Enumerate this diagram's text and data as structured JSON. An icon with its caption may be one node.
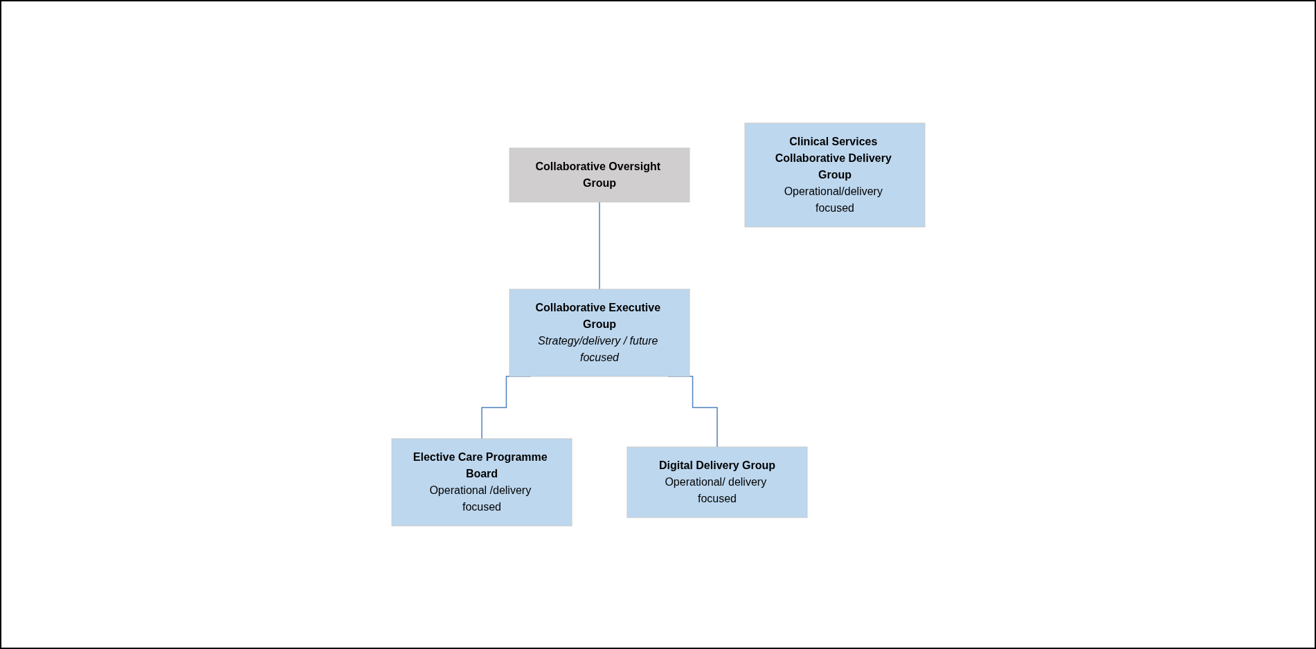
{
  "diagram": {
    "nodes": [
      {
        "text": [
          "Collaborative Oversight Group"
        ]
      },
      {
        "text": [
          "Collaborative Executive Group",
          "Strategy/delivery / future focused"
        ]
      },
      {
        "text": [
          "Elective Care Programme Board",
          "Operational /delivery focused"
        ]
      },
      {
        "text": [
          "Clinical Services Collaborative Delivery Group",
          "Operational/delivery focused"
        ]
      },
      {
        "text": [
          "Digital Delivery Group",
          "Operational/ delivery focused"
        ]
      }
    ],
    "edges": [
      {
        "from": 0,
        "to": 1,
        "arrow": "none"
      },
      {
        "from": 1,
        "to": 2,
        "arrow": "none"
      },
      {
        "from": 1,
        "to": 4,
        "arrow": "none"
      }
    ]
  }
}
